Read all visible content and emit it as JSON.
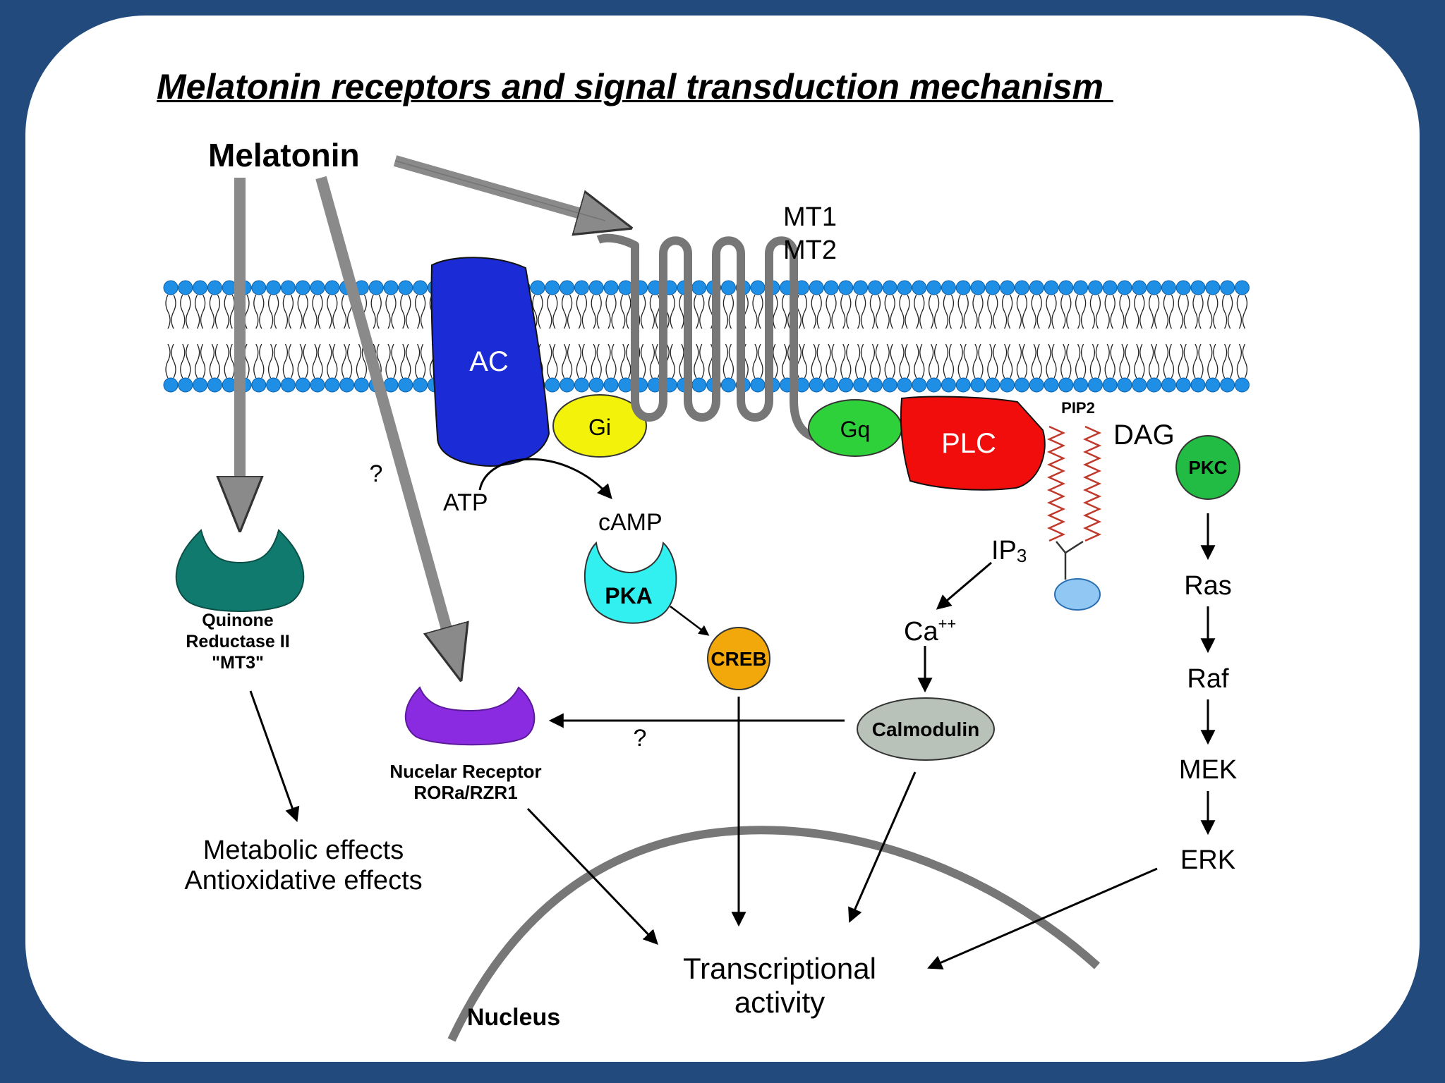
{
  "slide": {
    "title": "Melatonin receptors and signal transduction mechanism "
  },
  "diagram": {
    "ligand": "Melatonin",
    "receptors": {
      "mt1": "MT1",
      "mt2": "MT2"
    },
    "membrane_proteins": {
      "ac": "AC",
      "gi": "Gi",
      "gq": "Gq",
      "plc": "PLC"
    },
    "second_messengers": {
      "atp": "ATP",
      "camp": "cAMP",
      "pip2": "PIP2",
      "dag": "DAG",
      "ip3": "IP",
      "ip3_sub": "3",
      "ca": "Ca",
      "ca_sup": "++"
    },
    "kinases": {
      "pka": "PKA",
      "creb": "CREB",
      "calmodulin": "Calmodulin",
      "pkc": "PKC"
    },
    "mapk_cascade": [
      "Ras",
      "Raf",
      "MEK",
      "ERK"
    ],
    "quinone_reductase": {
      "line1": "Quinone",
      "line2": "Reductase II",
      "line3": "\"MT3\""
    },
    "nuclear_receptor": {
      "line1": "Nucelar Receptor",
      "line2": "RORa/RZR1"
    },
    "unknown_marks": {
      "path1": "?",
      "path2": "?"
    },
    "effects": {
      "line1": "Metabolic effects",
      "line2": "Antioxidative effects"
    },
    "transcription": {
      "line1": "Transcriptional",
      "line2": "activity"
    },
    "nucleus": "Nucleus",
    "colors": {
      "background": "#234a7c",
      "membrane_head": "#1f8fe6",
      "ac": "#1b2bd6",
      "gi": "#f2f20a",
      "gq": "#2fd13a",
      "plc": "#f20d0d",
      "pka": "#33f0f0",
      "creb": "#f2a80a",
      "calmodulin": "#b8c2b8",
      "pkc": "#22bb44",
      "quinone_reductase": "#117a6e",
      "nuclear_receptor": "#8a2be2",
      "receptor_strand": "#777777",
      "arrow_gray": "#8a8a8a"
    }
  }
}
